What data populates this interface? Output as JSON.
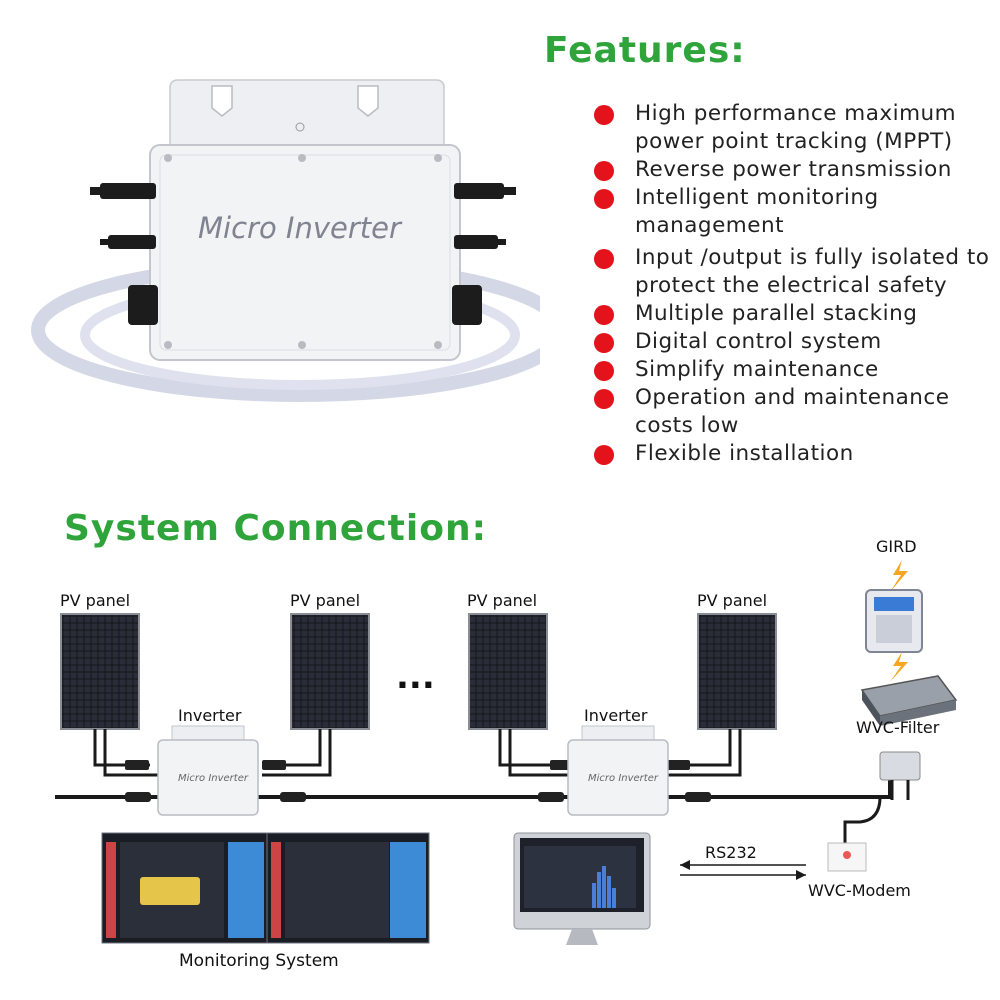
{
  "features": {
    "title": "Features:",
    "items": [
      "High performance maximum power point tracking (MPPT)",
      "Reverse power transmission",
      "Intelligent monitoring management",
      "Input /output is fully isolated  to protect the electrical safety",
      "Multiple parallel stacking",
      "Digital control system",
      "Simplify maintenance",
      "Operation and maintenance costs low",
      "Flexible installation"
    ],
    "bullet_color": "#e3121b",
    "title_color": "#2ea43b"
  },
  "product": {
    "label": "Micro Inverter"
  },
  "system": {
    "title": "System Connection:",
    "pv_label": "PV panel",
    "inverter_label": "Inverter",
    "inverter_unit_text": "Micro Inverter",
    "ellipsis": "...",
    "grid_label": "GIRD",
    "filter_label": "WVC-Filter",
    "modem_label": "WVC-Modem",
    "rs232_label": "RS232",
    "monitoring_label": "Monitoring System"
  }
}
